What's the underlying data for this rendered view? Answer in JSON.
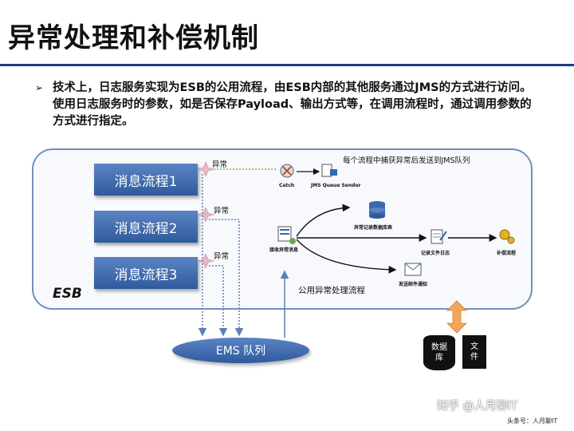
{
  "title": "异常处理和补偿机制",
  "bullet": "技术上，日志服务实现为ESB的公用流程，由ESB内部的其他服务通过JMS的方式进行访问。使用日志服务时的参数，如是否保存Payload、输出方式等，在调用流程时，通过调用参数的方式进行指定。",
  "diagram": {
    "esb_label": "ESB",
    "flows": [
      "消息流程1",
      "消息流程2",
      "消息流程3"
    ],
    "exception_label": "异常",
    "catch_label": "Catch",
    "jms_sender_label": "JMS Queue Sender",
    "catch_note": "每个流程中捕获异常后发送到JMS队列",
    "receive_label": "接收异常消息",
    "db_table_label": "异常记录数据库表",
    "log_file_label": "记录文件日志",
    "email_label": "发送邮件通知",
    "compensate_label": "补偿流程",
    "common_flow_label": "公用异常处理流程",
    "ems_queue": "EMS 队列",
    "database": "数据库",
    "file": "文件",
    "colors": {
      "flow_fill": "#3a67ad",
      "border": "#6f8fc0",
      "rule": "#1d3f79",
      "arrow_orange": "#f2a55a"
    }
  },
  "watermark": "知乎 @人月聊IT",
  "source": "头条号：人月聊IT"
}
